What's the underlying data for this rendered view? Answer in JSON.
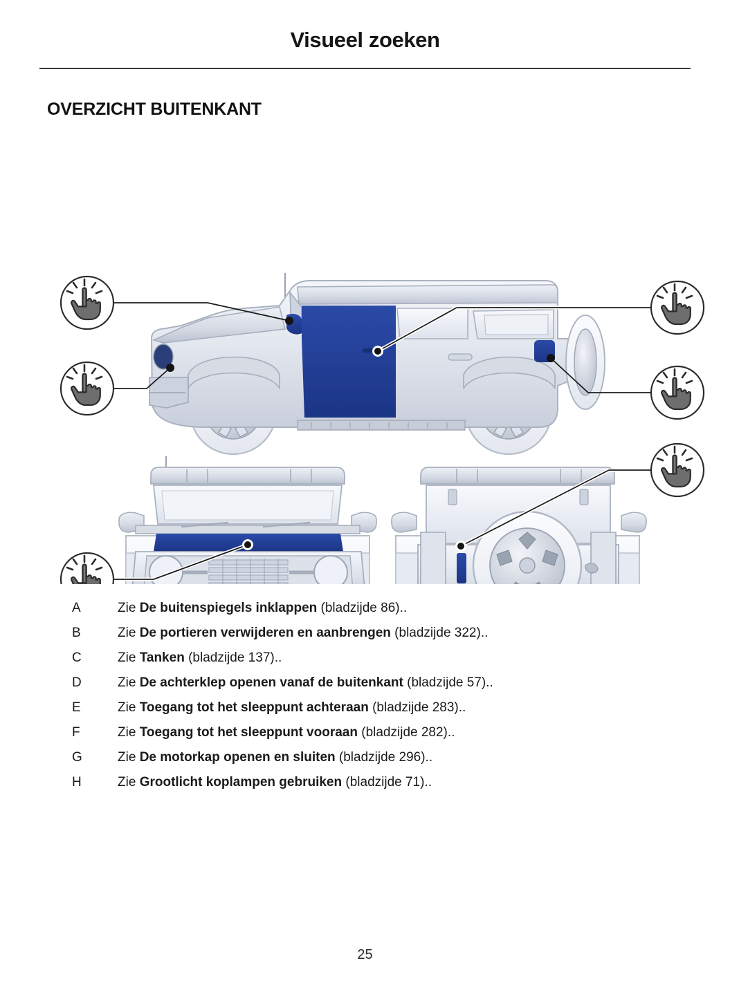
{
  "header": {
    "title": "Visueel zoeken"
  },
  "section": {
    "heading": "OVERZICHT BUITENKANT"
  },
  "figure": {
    "alt": "Ford Bronco exterior overview: side view, front view and rear view with lettered callouts",
    "callout_icon": "tap-hand-icon",
    "accent_color": "#21409A",
    "body_color": "#E9ECF2",
    "line_color": "#1c1c1c",
    "callouts": [
      {
        "id": "A",
        "icon": "tap-hand-icon",
        "target": "buitenspiegel"
      },
      {
        "id": "B",
        "icon": "tap-hand-icon",
        "target": "portier"
      },
      {
        "id": "C",
        "icon": "tap-hand-icon",
        "target": "tankklep"
      },
      {
        "id": "D",
        "icon": "tap-hand-icon",
        "target": "achterklep"
      },
      {
        "id": "E",
        "icon": "tap-hand-icon",
        "target": "sleeppunt-achter"
      },
      {
        "id": "F",
        "icon": "tap-hand-icon",
        "target": "sleeppunt-voor"
      },
      {
        "id": "G",
        "icon": "tap-hand-icon",
        "target": "motorkap"
      },
      {
        "id": "H",
        "icon": "tap-hand-icon",
        "target": "koplamp"
      }
    ]
  },
  "legend": {
    "items": [
      {
        "letter": "A",
        "lead": "Zie ",
        "ref": "De buitenspiegels inklappen",
        "tail": " (bladzijde 86).."
      },
      {
        "letter": "B",
        "lead": "Zie ",
        "ref": "De portieren verwijderen en aanbrengen",
        "tail": " (bladzijde 322).."
      },
      {
        "letter": "C",
        "lead": "Zie ",
        "ref": "Tanken",
        "tail": " (bladzijde 137).."
      },
      {
        "letter": "D",
        "lead": "Zie ",
        "ref": "De achterklep openen vanaf de buitenkant",
        "tail": " (bladzijde 57).."
      },
      {
        "letter": "E",
        "lead": "Zie ",
        "ref": "Toegang tot het sleeppunt achteraan",
        "tail": " (bladzijde 283).."
      },
      {
        "letter": "F",
        "lead": "Zie ",
        "ref": "Toegang tot het sleeppunt vooraan",
        "tail": " (bladzijde 282).."
      },
      {
        "letter": "G",
        "lead": "Zie ",
        "ref": "De motorkap openen en sluiten",
        "tail": " (bladzijde 296).."
      },
      {
        "letter": "H",
        "lead": "Zie ",
        "ref": "Grootlicht koplampen gebruiken",
        "tail": " (bladzijde 71).."
      }
    ]
  },
  "footer": {
    "page_number": "25"
  }
}
